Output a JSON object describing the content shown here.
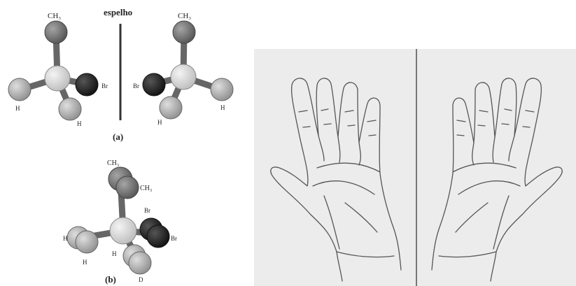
{
  "molecules": {
    "mirror_label": "espelho",
    "part_a_label": "(a)",
    "part_b_label": "(b)",
    "atoms": {
      "ch3": "CH₃",
      "br": "Br",
      "h": "H",
      "d": "D"
    },
    "colors": {
      "carbon": "#d8d8d8",
      "methyl": "#7a7a7a",
      "bromine": "#2a2a2a",
      "hydrogen": "#b4b4b4"
    }
  },
  "hands": {
    "background": "#ececec",
    "stroke": "#555555"
  }
}
